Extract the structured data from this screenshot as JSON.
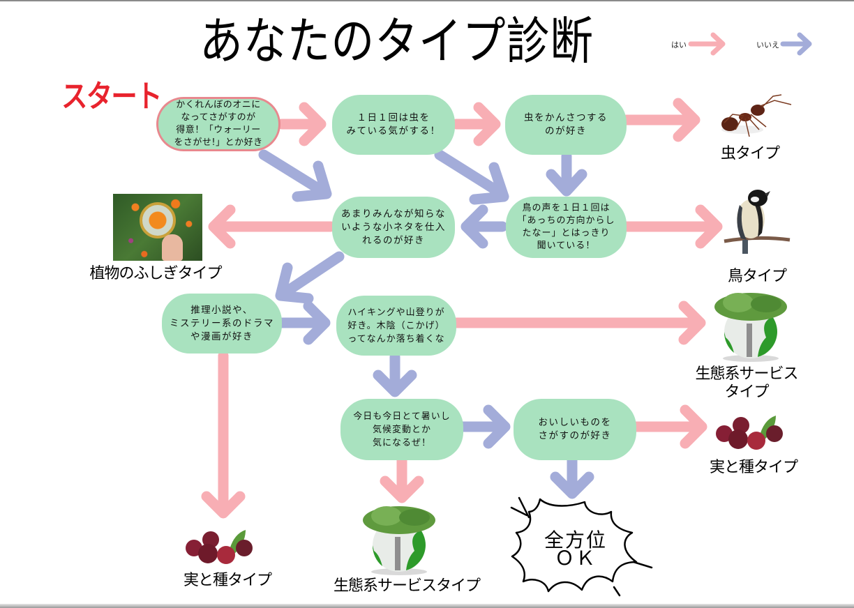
{
  "title": "あなたのタイプ診断",
  "legend": {
    "yes_label": "はい",
    "no_label": "いいえ",
    "yes_color": "#f8aeb4",
    "no_color": "#a3acd9"
  },
  "start_label": "スタート",
  "colors": {
    "node_fill": "#a9e2bf",
    "start_border": "#e8888e",
    "start_text": "#e8232d"
  },
  "questions": [
    {
      "id": "q1",
      "text": "かくれんぼのオニに\nなってさがすのが\n得意！「ウォーリー\nをさがせ!」とか好き"
    },
    {
      "id": "q2",
      "text": "１日１回は虫を\nみている気がする！"
    },
    {
      "id": "q3",
      "text": "虫をかんさつする\nのが好き"
    },
    {
      "id": "q4",
      "text": "あまりみんなが知らな\nいような小ネタを仕入\nれるのが好き"
    },
    {
      "id": "q5",
      "text": "鳥の声を１日１回は\n「あっちの方向からし\nたなー」とはっきり\n聞いている！"
    },
    {
      "id": "q6",
      "text": "推理小説や、\nミステリー系のドラマ\nや漫画が好き"
    },
    {
      "id": "q7",
      "text": "ハイキングや山登りが\n好き。木陰（こかげ）\nってなんか落ち着くな"
    },
    {
      "id": "q8",
      "text": "今日も今日とて暑いし\n気候変動とか\n気になるぜ！"
    },
    {
      "id": "q9",
      "text": "おいしいものを\nさがすのが好き"
    }
  ],
  "results": [
    {
      "id": "insect",
      "label": "虫タイプ",
      "image": "ant-photo"
    },
    {
      "id": "plant",
      "label": "植物のふしぎタイプ",
      "image": "magnifier-flower-photo"
    },
    {
      "id": "bird",
      "label": "鳥タイプ",
      "image": "bird-photo"
    },
    {
      "id": "eco1",
      "label": "生態系サービス\nタイプ",
      "image": "globe-tree-photo"
    },
    {
      "id": "fruit1",
      "label": "実と種タイプ",
      "image": "bayberry-photo"
    },
    {
      "id": "fruit2",
      "label": "実と種タイプ",
      "image": "bayberry-photo"
    },
    {
      "id": "eco2",
      "label": "生態系サービスタイプ",
      "image": "globe-tree-photo"
    },
    {
      "id": "all",
      "label": "全方位\nＯＫ",
      "image": "burst-bubble"
    }
  ],
  "edges": [
    {
      "from": "q1",
      "to": "q2",
      "answer": "yes"
    },
    {
      "from": "q1",
      "to": "q4",
      "answer": "no"
    },
    {
      "from": "q2",
      "to": "q3",
      "answer": "yes"
    },
    {
      "from": "q2",
      "to": "q5",
      "answer": "no"
    },
    {
      "from": "q3",
      "to": "insect",
      "answer": "yes"
    },
    {
      "from": "q3",
      "to": "q5",
      "answer": "no"
    },
    {
      "from": "q5",
      "to": "bird",
      "answer": "yes"
    },
    {
      "from": "q5",
      "to": "q4",
      "answer": "no"
    },
    {
      "from": "q4",
      "to": "plant",
      "answer": "yes"
    },
    {
      "from": "q4",
      "to": "q6",
      "answer": "no"
    },
    {
      "from": "q6",
      "to": "fruit2",
      "answer": "yes"
    },
    {
      "from": "q6",
      "to": "q7",
      "answer": "no"
    },
    {
      "from": "q7",
      "to": "eco1",
      "answer": "yes"
    },
    {
      "from": "q7",
      "to": "q8",
      "answer": "no"
    },
    {
      "from": "q8",
      "to": "eco2",
      "answer": "yes"
    },
    {
      "from": "q8",
      "to": "q9",
      "answer": "no"
    },
    {
      "from": "q9",
      "to": "fruit1",
      "answer": "yes"
    },
    {
      "from": "q9",
      "to": "all",
      "answer": "no"
    }
  ]
}
